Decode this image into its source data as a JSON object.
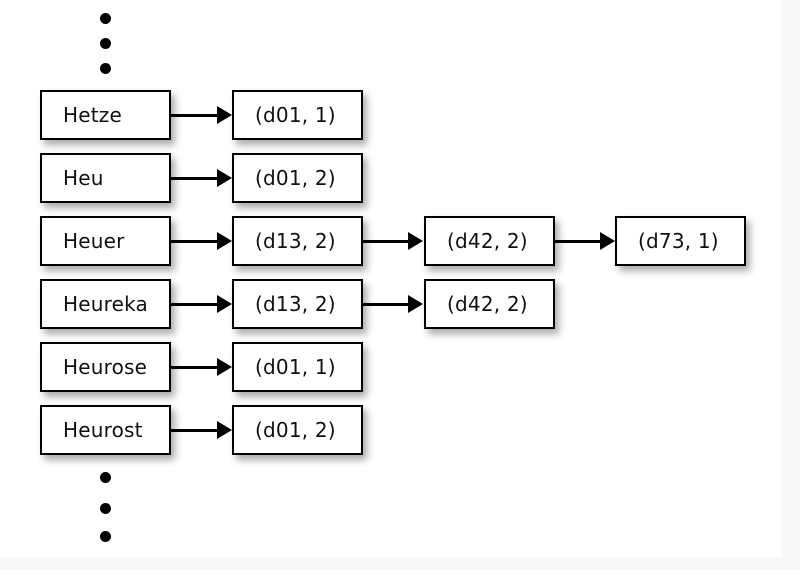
{
  "diagram": {
    "title": "inverted-index-posting-chain",
    "background_color": "#ffffff",
    "page_color": "#f8f8f8",
    "node_fill": "#ffffff",
    "node_stroke": "#000000",
    "edge_color": "#000000",
    "ellipsis_top": [
      "dot",
      "dot",
      "dot"
    ],
    "ellipsis_bottom": [
      "dot",
      "dot",
      "dot"
    ],
    "terms": [
      {
        "label": "Hetze"
      },
      {
        "label": "Heu"
      },
      {
        "label": "Heuer"
      },
      {
        "label": "Heureka"
      },
      {
        "label": "Heurose"
      },
      {
        "label": "Heurost"
      }
    ],
    "postings_col2": [
      {
        "label": "(d01, 1)"
      },
      {
        "label": "(d01, 2)"
      },
      {
        "label": "(d13, 2)"
      },
      {
        "label": "(d13, 2)"
      },
      {
        "label": "(d01, 1)"
      },
      {
        "label": "(d01, 2)"
      }
    ],
    "postings_col3": [
      {
        "label": "(d42, 2)",
        "row": 3
      },
      {
        "label": "(d42, 2)",
        "row": 4
      }
    ],
    "postings_col4": [
      {
        "label": "(d73, 1)",
        "row": 3
      }
    ]
  }
}
